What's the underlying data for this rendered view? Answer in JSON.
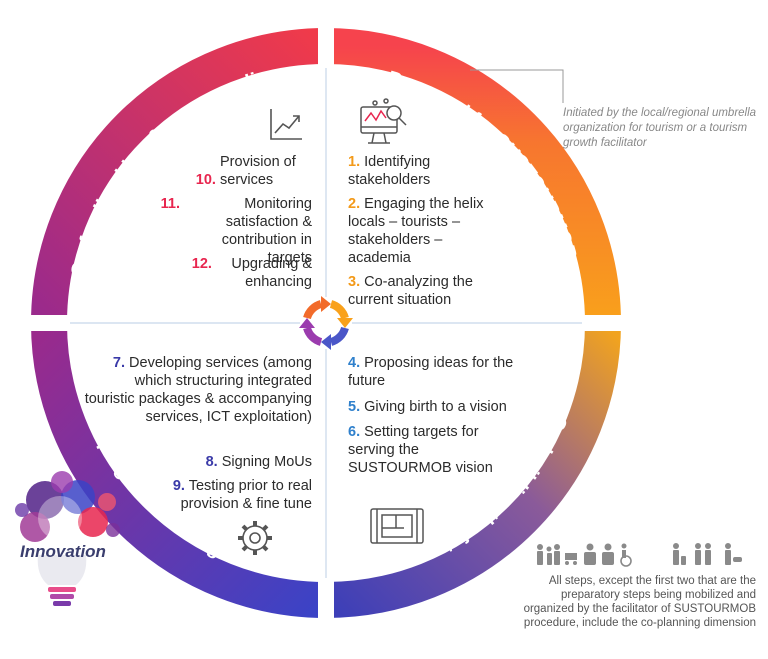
{
  "colors": {
    "top_left_start": "#9a2a8c",
    "top_left_end": "#f03a4a",
    "top_right_start": "#f6434d",
    "top_right_end": "#f9a11b",
    "bottom_right_start": "#f1a31f",
    "bottom_right_end": "#3d3fb8",
    "bottom_left_start": "#9a2a8c",
    "bottom_left_end": "#3b43c6",
    "divider": "#c7d7ea"
  },
  "quadrants": {
    "top_left": {
      "title": "Co-feedbacking & co-upgrading",
      "icon": "growth-chart-icon",
      "steps": [
        {
          "num": "10.",
          "text": "Provision of services"
        },
        {
          "num": "11.",
          "text": "Monitoring satisfaction & contribution in targets"
        },
        {
          "num": "12.",
          "text": "Upgrading & enhancing"
        }
      ]
    },
    "top_right": {
      "title": "Prepared for SUSTOURMOB",
      "icon": "analytics-screen-icon",
      "steps": [
        {
          "num": "1.",
          "text": "Identifying stakeholders"
        },
        {
          "num": "2.",
          "text": "Engaging the helix locals – tourists – stakeholders – academia"
        },
        {
          "num": "3.",
          "text": "Co-analyzing the current situation"
        }
      ]
    },
    "bottom_left": {
      "title": "Co-developing & co-testing services",
      "icon": "gear-icon",
      "steps": [
        {
          "num": "7.",
          "text": "Developing services (among which structuring integrated touristic packages & accompanying services, ICT exploitation)"
        },
        {
          "num": "8.",
          "text": "Signing MoUs"
        },
        {
          "num": "9.",
          "text": "Testing prior to real provision & fine tune"
        }
      ]
    },
    "bottom_right": {
      "title": "Co-building the future",
      "icon": "blueprint-icon",
      "steps": [
        {
          "num": "4.",
          "text": "Proposing ideas for the future"
        },
        {
          "num": "5.",
          "text": "Giving birth to a vision"
        },
        {
          "num": "6.",
          "text": "Setting targets for serving the SUSTOURMOB vision"
        }
      ]
    }
  },
  "center_icon": "cycle-arrows-icon",
  "note_top": "Initiated by the local/regional umbrella organization for tourism or a tourism growth facilitator",
  "note_bottom": "All steps, except the first two that are the preparatory steps being mobilized and organized by the facilitator of SUSTOURMOB procedure, include the co-planning dimension",
  "people_icons": "people-icons-row",
  "innovation_label": "Innovation",
  "innovation_icon": "lightbulb-icon"
}
